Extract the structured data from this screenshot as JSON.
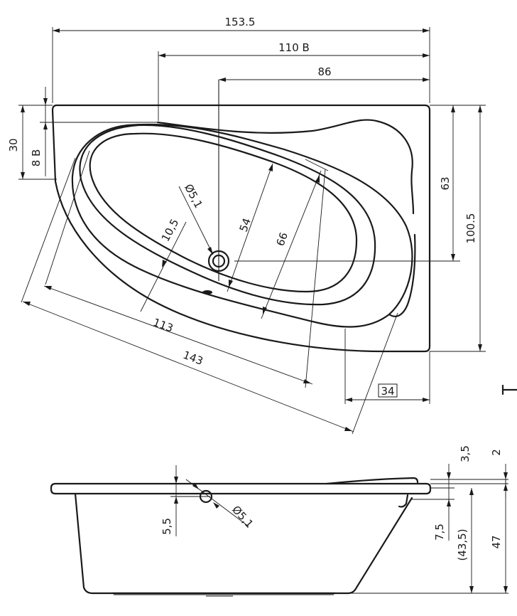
{
  "top_view": {
    "dims": {
      "overall_length": "153.5",
      "length_b": "110 B",
      "drain_offset": "86",
      "edge_depth": "30",
      "edge_b": "8 B",
      "drain_to_front": "63",
      "overall_width": "100.5",
      "inner_length": "113",
      "outer_length": "143",
      "inner_width": "54",
      "outer_width": "66",
      "drain_dia": "Ø5,1",
      "depth_step": "10,5",
      "apron": "34"
    }
  },
  "side_view": {
    "dims": {
      "rim_a": "3,5",
      "rim_b": "2",
      "drain_dia": "Ø5,1",
      "drain_height": "5,5",
      "step": "7,5",
      "inner_depth": "(43,5)",
      "total_height": "47"
    }
  }
}
